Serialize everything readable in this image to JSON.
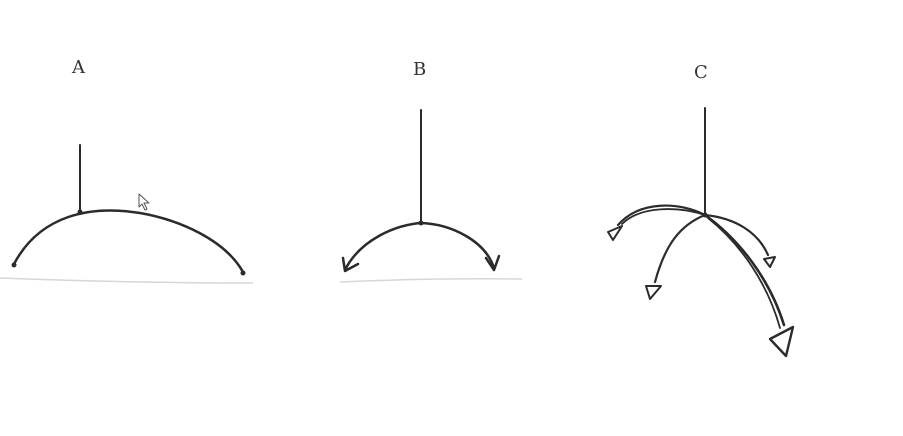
{
  "panels": [
    {
      "label": "A"
    },
    {
      "label": "B"
    },
    {
      "label": "C"
    }
  ],
  "icons": {
    "cursor": "mouse-pointer-icon"
  },
  "colors": {
    "ink": "#2b2b2b",
    "ground": "#d6d6d6",
    "background": "#ffffff"
  }
}
